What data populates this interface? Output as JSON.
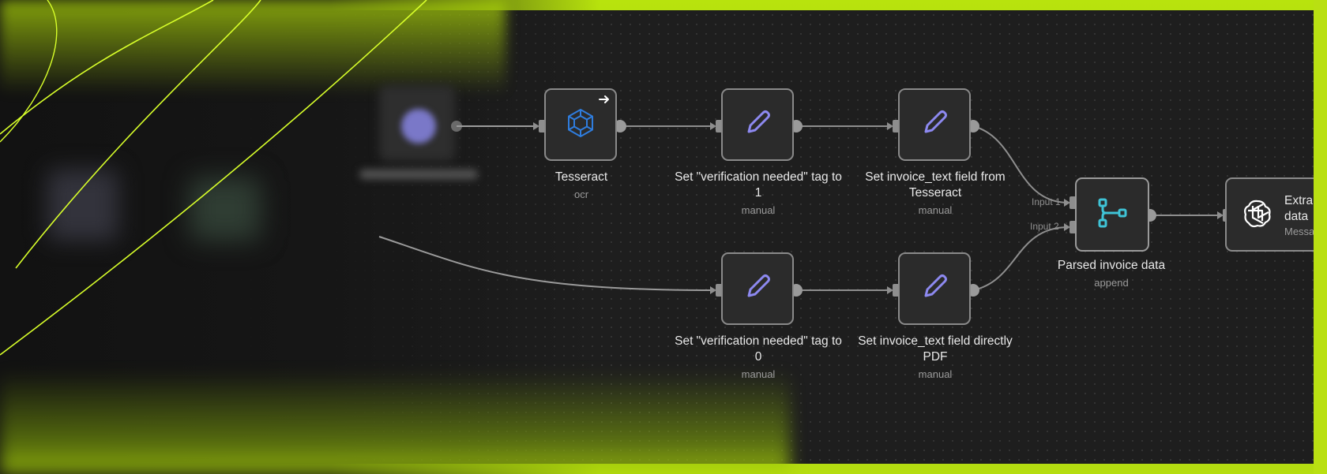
{
  "workflow": {
    "nodes": [
      {
        "id": "tesseract",
        "title": "Tesseract",
        "subtitle": "ocr",
        "icon": "cube-icon"
      },
      {
        "id": "set-verif-1",
        "title": "Set \"verification needed\" tag to 1",
        "subtitle": "manual",
        "icon": "pencil-icon"
      },
      {
        "id": "set-invoice-tesseract",
        "title": "Set invoice_text field from Tesseract",
        "subtitle": "manual",
        "icon": "pencil-icon"
      },
      {
        "id": "set-verif-0",
        "title": "Set \"verification needed\" tag to 0",
        "subtitle": "manual",
        "icon": "pencil-icon"
      },
      {
        "id": "set-invoice-pdf",
        "title": "Set invoice_text field directly PDF",
        "subtitle": "manual",
        "icon": "pencil-icon"
      },
      {
        "id": "parsed-invoice",
        "title": "Parsed invoice data",
        "subtitle": "append",
        "icon": "merge-icon",
        "inputs": [
          "Input 1",
          "Input 2"
        ]
      },
      {
        "id": "extract",
        "title_line1": "Extra",
        "title_line2": "data",
        "subtitle": "Messa",
        "icon": "openai-icon"
      }
    ]
  },
  "colors": {
    "accent": "#b8e30d",
    "canvas": "#1e1e1e",
    "node_bg": "#2b2b2b",
    "node_border": "#8a8a8a",
    "pencil": "#8d89f0",
    "cube": "#2f7dde",
    "merge": "#3fc3d6",
    "edge": "#8e8e8e"
  }
}
